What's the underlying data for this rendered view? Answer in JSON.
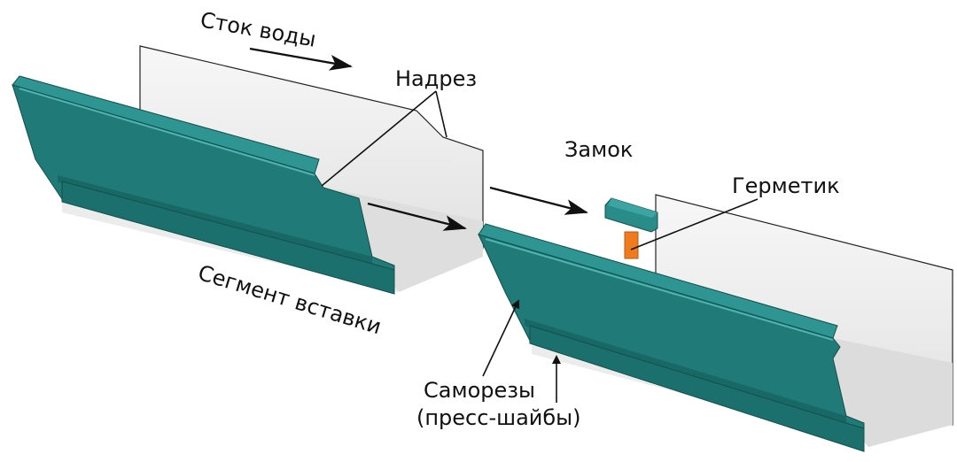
{
  "labels": {
    "water_flow": "Сток воды",
    "notch": "Надрез",
    "lock": "Замок",
    "sealant": "Герметик",
    "insert_segment": "Сегмент вставки",
    "screws_line1": "Саморезы",
    "screws_line2": "(пресс-шайбы)"
  },
  "colors": {
    "gutter_face": "#1f7a78",
    "gutter_face_dark": "#155c5a",
    "gutter_face_light": "#2e9592",
    "inner_wall": "#f2f2f2",
    "inner_shade": "#dcdcdc",
    "sealant": "#f07a1e",
    "line": "#111111"
  }
}
